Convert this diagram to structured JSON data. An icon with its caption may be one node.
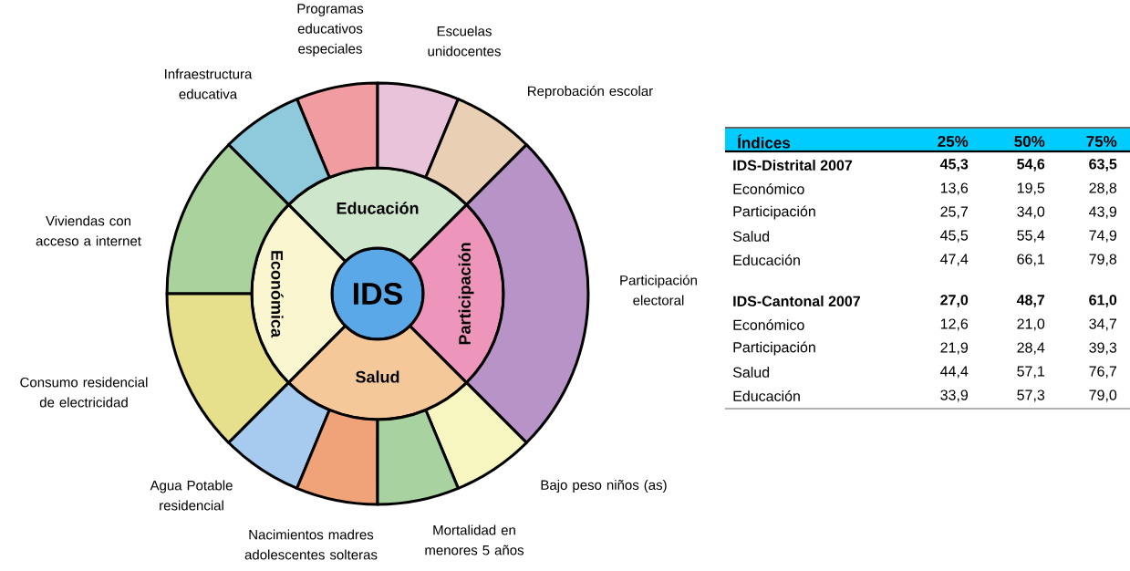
{
  "diagram": {
    "nodes": [
      {
        "text": [
          "IDS"
        ]
      },
      {
        "text": [
          "Educación"
        ]
      },
      {
        "text": [
          "Económica"
        ]
      },
      {
        "text": [
          "Participación"
        ]
      },
      {
        "text": [
          "Salud"
        ]
      },
      {
        "text": [
          "Programas educativos especiales"
        ]
      },
      {
        "text": [
          "Escuelas unidocentes"
        ]
      },
      {
        "text": [
          "Infraestructura educativa"
        ]
      },
      {
        "text": [
          "Reprobación escolar"
        ]
      },
      {
        "text": [
          "Viviendas con acceso a internet"
        ]
      },
      {
        "text": [
          "Participación electoral"
        ]
      },
      {
        "text": [
          "Consumo residencial de electricidad"
        ]
      },
      {
        "text": [
          "Bajo peso niños (as)"
        ]
      },
      {
        "text": [
          "Agua Potable residencial"
        ]
      },
      {
        "text": [
          "Nacimientos madres adolescentes solteras"
        ]
      },
      {
        "text": [
          "Mortalidad en menores 5 años"
        ]
      }
    ],
    "labels": [
      "Índices",
      "25%",
      "50%",
      "75%",
      "IDS-Distrital 2007",
      "45,3",
      "54,6",
      "63,5",
      "Económico",
      "13,6",
      "19,5",
      "28,8",
      "Participación",
      "25,7",
      "34,0",
      "43,9",
      "Salud",
      "45,5",
      "55,4",
      "74,9",
      "Educación",
      "47,4",
      "66,1",
      "79,8",
      "IDS-Cantonal 2007",
      "27,0",
      "48,7",
      "61,0",
      "Económico",
      "12,6",
      "21,0",
      "34,7",
      "Participación",
      "21,9",
      "28,4",
      "39,3",
      "Salud",
      "44,4",
      "57,1",
      "76,7",
      "Educación",
      "33,9",
      "57,3",
      "79,0"
    ]
  }
}
